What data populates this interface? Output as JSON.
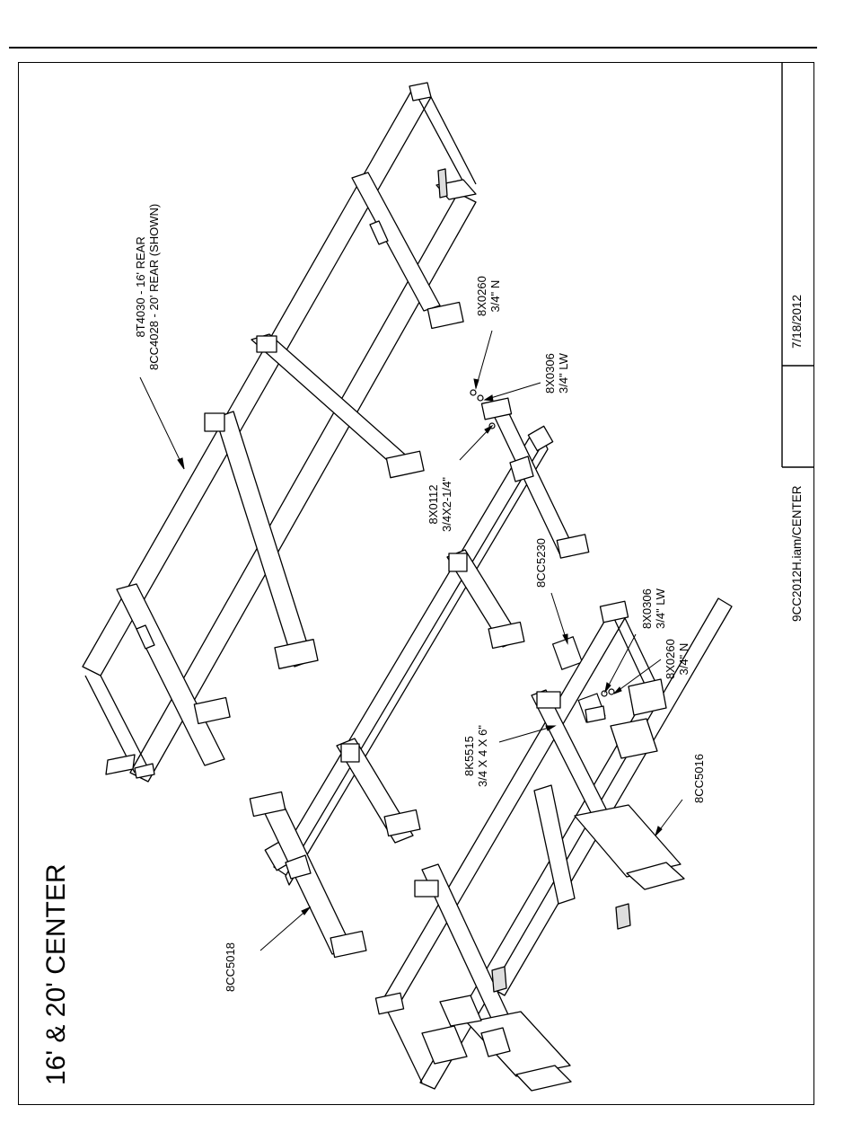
{
  "sheet": {
    "title": "16' & 20' CENTER",
    "file": "9CC2012H.iam/CENTER",
    "date": "7/18/2012"
  },
  "callouts": {
    "rear_frame": [
      "8T4030 - 16' REAR",
      "8CC4028 - 20' REAR (SHOWN)"
    ],
    "nut_top": [
      "8X0260",
      "3/4\" N"
    ],
    "lockwasher_top": [
      "8X0306",
      "3/4\" LW"
    ],
    "bolt": [
      "8X0112",
      "3/4X2-1/4\""
    ],
    "plate": [
      "8CC5230"
    ],
    "lockwasher_bottom": [
      "8X0306",
      "3/4\" LW"
    ],
    "nut_bottom": [
      "8X0260",
      "3/4\" N"
    ],
    "ubolt": [
      "8K5515",
      "3/4 X 4 X 6\""
    ],
    "center_frame": [
      "8CC5016"
    ],
    "wing_bar": [
      "8CC5018"
    ]
  }
}
